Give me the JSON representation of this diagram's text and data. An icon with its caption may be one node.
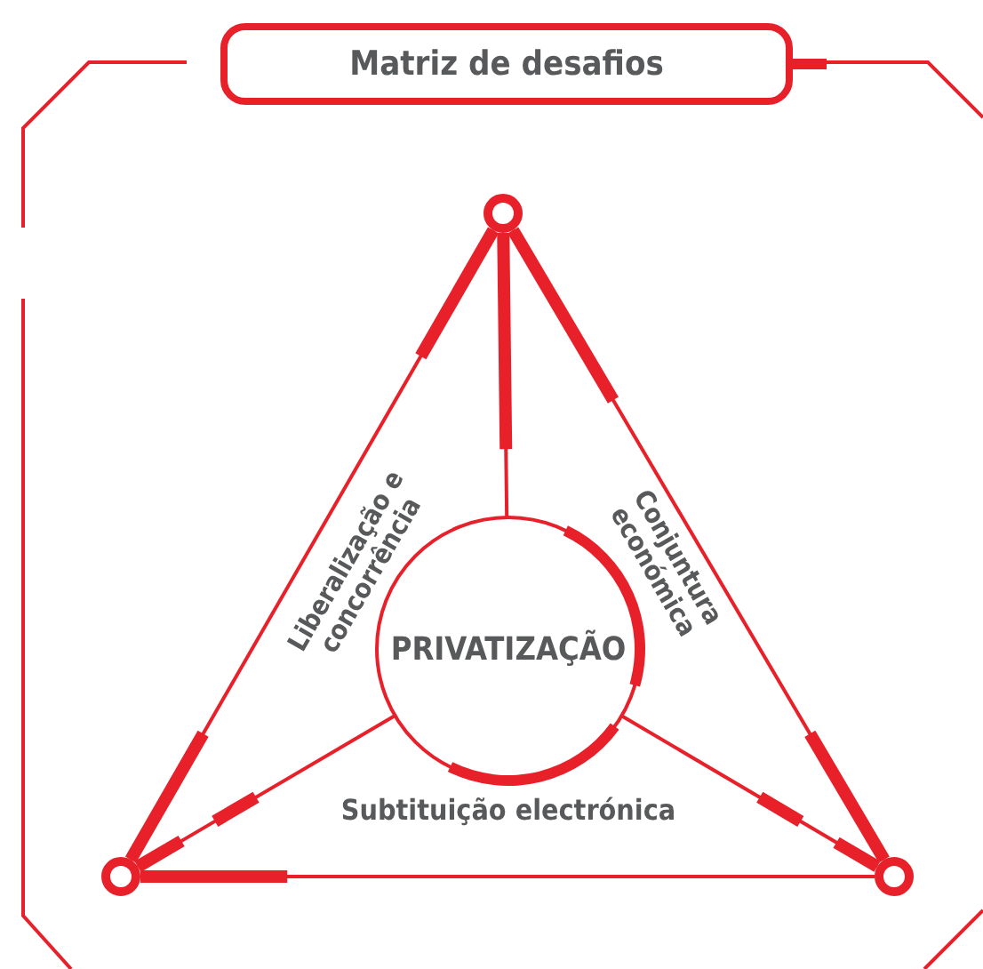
{
  "diagram": {
    "title": "Matriz de desafios",
    "nodes": [
      {
        "text": [
          "PRIVATIZAÇÃO"
        ]
      },
      {
        "text": [],
        "shape": "circle"
      },
      {
        "text": [],
        "shape": "circle"
      },
      {
        "text": [],
        "shape": "circle"
      }
    ],
    "edges": [
      {
        "from": 1,
        "to": 2,
        "arrow": "none"
      },
      {
        "from": 2,
        "to": 3,
        "arrow": "none"
      },
      {
        "from": 1,
        "to": 3,
        "arrow": "none"
      },
      {
        "from": 1,
        "to": 0,
        "arrow": "none"
      },
      {
        "from": 2,
        "to": 0,
        "arrow": "none"
      },
      {
        "from": 3,
        "to": 0,
        "arrow": "none"
      }
    ],
    "labels": [
      "Liberalização e concorrência",
      "Conjuntura económica",
      "Subtituição electrónica"
    ]
  }
}
